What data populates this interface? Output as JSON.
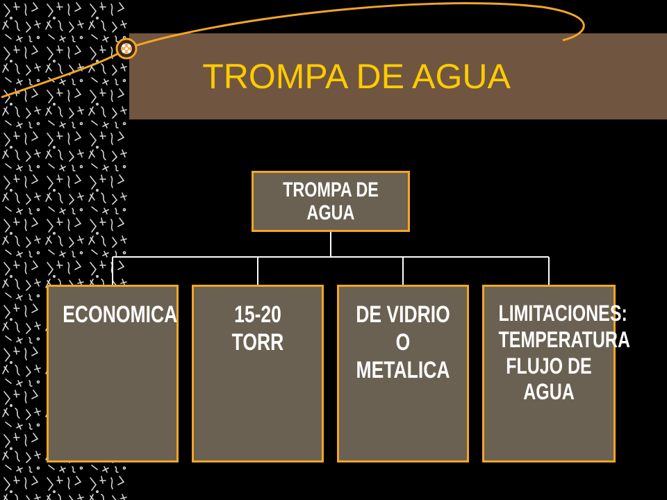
{
  "slide": {
    "title": "TROMPA DE AGUA",
    "colors": {
      "background": "#000000",
      "title_band": "#705640",
      "title_text": "#FFCC00",
      "box_fill": "#6B6152",
      "box_border": "#F5A623",
      "box_text": "#FFFFFF",
      "connector": "#FFFFFF",
      "deco_curve": "#F5A623"
    },
    "decoration": {
      "icon": "ornament-bullet-icon"
    }
  },
  "org_chart": {
    "root": {
      "label": "TROMPA DE AGUA"
    },
    "children": [
      {
        "label": "ECONOMICA"
      },
      {
        "label": "15-20\nTORR"
      },
      {
        "label": "DE VIDRIO O\nMETALICA"
      },
      {
        "label": "LIMITACIONES:\nTEMPERATURA\nFLUJO DE\nAGUA"
      }
    ]
  }
}
